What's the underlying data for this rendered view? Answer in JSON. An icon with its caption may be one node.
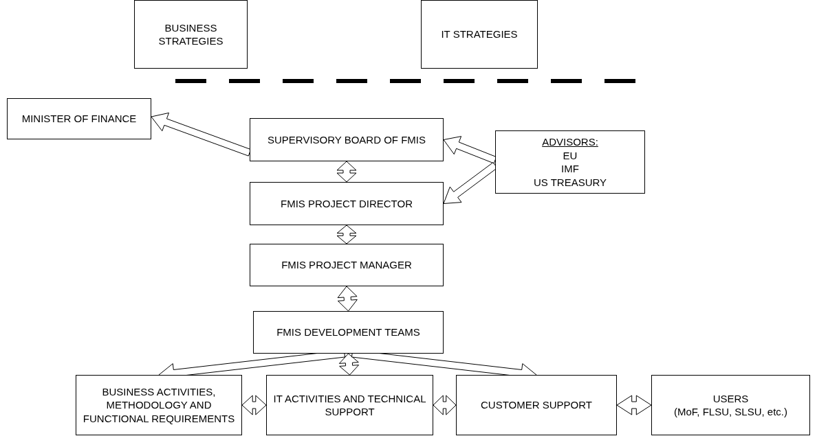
{
  "diagram": {
    "nodes": [
      {
        "text": [
          "BUSINESS STRATEGIES"
        ]
      },
      {
        "text": [
          "IT STRATEGIES"
        ]
      },
      {
        "text": [
          "MINISTER OF FINANCE"
        ]
      },
      {
        "text": [
          "SUPERVISORY BOARD OF FMIS"
        ]
      },
      {
        "text": [
          "ADVISORS:",
          "EU",
          "IMF",
          "US TREASURY"
        ]
      },
      {
        "text": [
          "FMIS PROJECT DIRECTOR"
        ]
      },
      {
        "text": [
          "FMIS PROJECT MANAGER"
        ]
      },
      {
        "text": [
          "FMIS DEVELOPMENT TEAMS"
        ]
      },
      {
        "text": [
          "BUSINESS ACTIVITIES, METHODOLOGY AND FUNCTIONAL REQUIREMENTS"
        ]
      },
      {
        "text": [
          "IT ACTIVITIES AND TECHNICAL SUPPORT"
        ]
      },
      {
        "text": [
          "CUSTOMER SUPPORT"
        ]
      },
      {
        "text": [
          "USERS",
          "(MoF, FLSU, SLSU, etc.)"
        ]
      }
    ],
    "edges": [
      {
        "from": 3,
        "to": 2,
        "arrow": "to"
      },
      {
        "from": 4,
        "to": 3,
        "arrow": "to"
      },
      {
        "from": 4,
        "to": 5,
        "arrow": "to"
      },
      {
        "from": 3,
        "to": 5,
        "arrow": "both"
      },
      {
        "from": 5,
        "to": 6,
        "arrow": "both"
      },
      {
        "from": 6,
        "to": 7,
        "arrow": "both"
      },
      {
        "from": 7,
        "to": 8,
        "arrow": "to"
      },
      {
        "from": 7,
        "to": 9,
        "arrow": "both"
      },
      {
        "from": 7,
        "to": 10,
        "arrow": "to"
      },
      {
        "from": 8,
        "to": 9,
        "arrow": "both"
      },
      {
        "from": 9,
        "to": 10,
        "arrow": "both"
      },
      {
        "from": 10,
        "to": 11,
        "arrow": "both"
      }
    ]
  }
}
